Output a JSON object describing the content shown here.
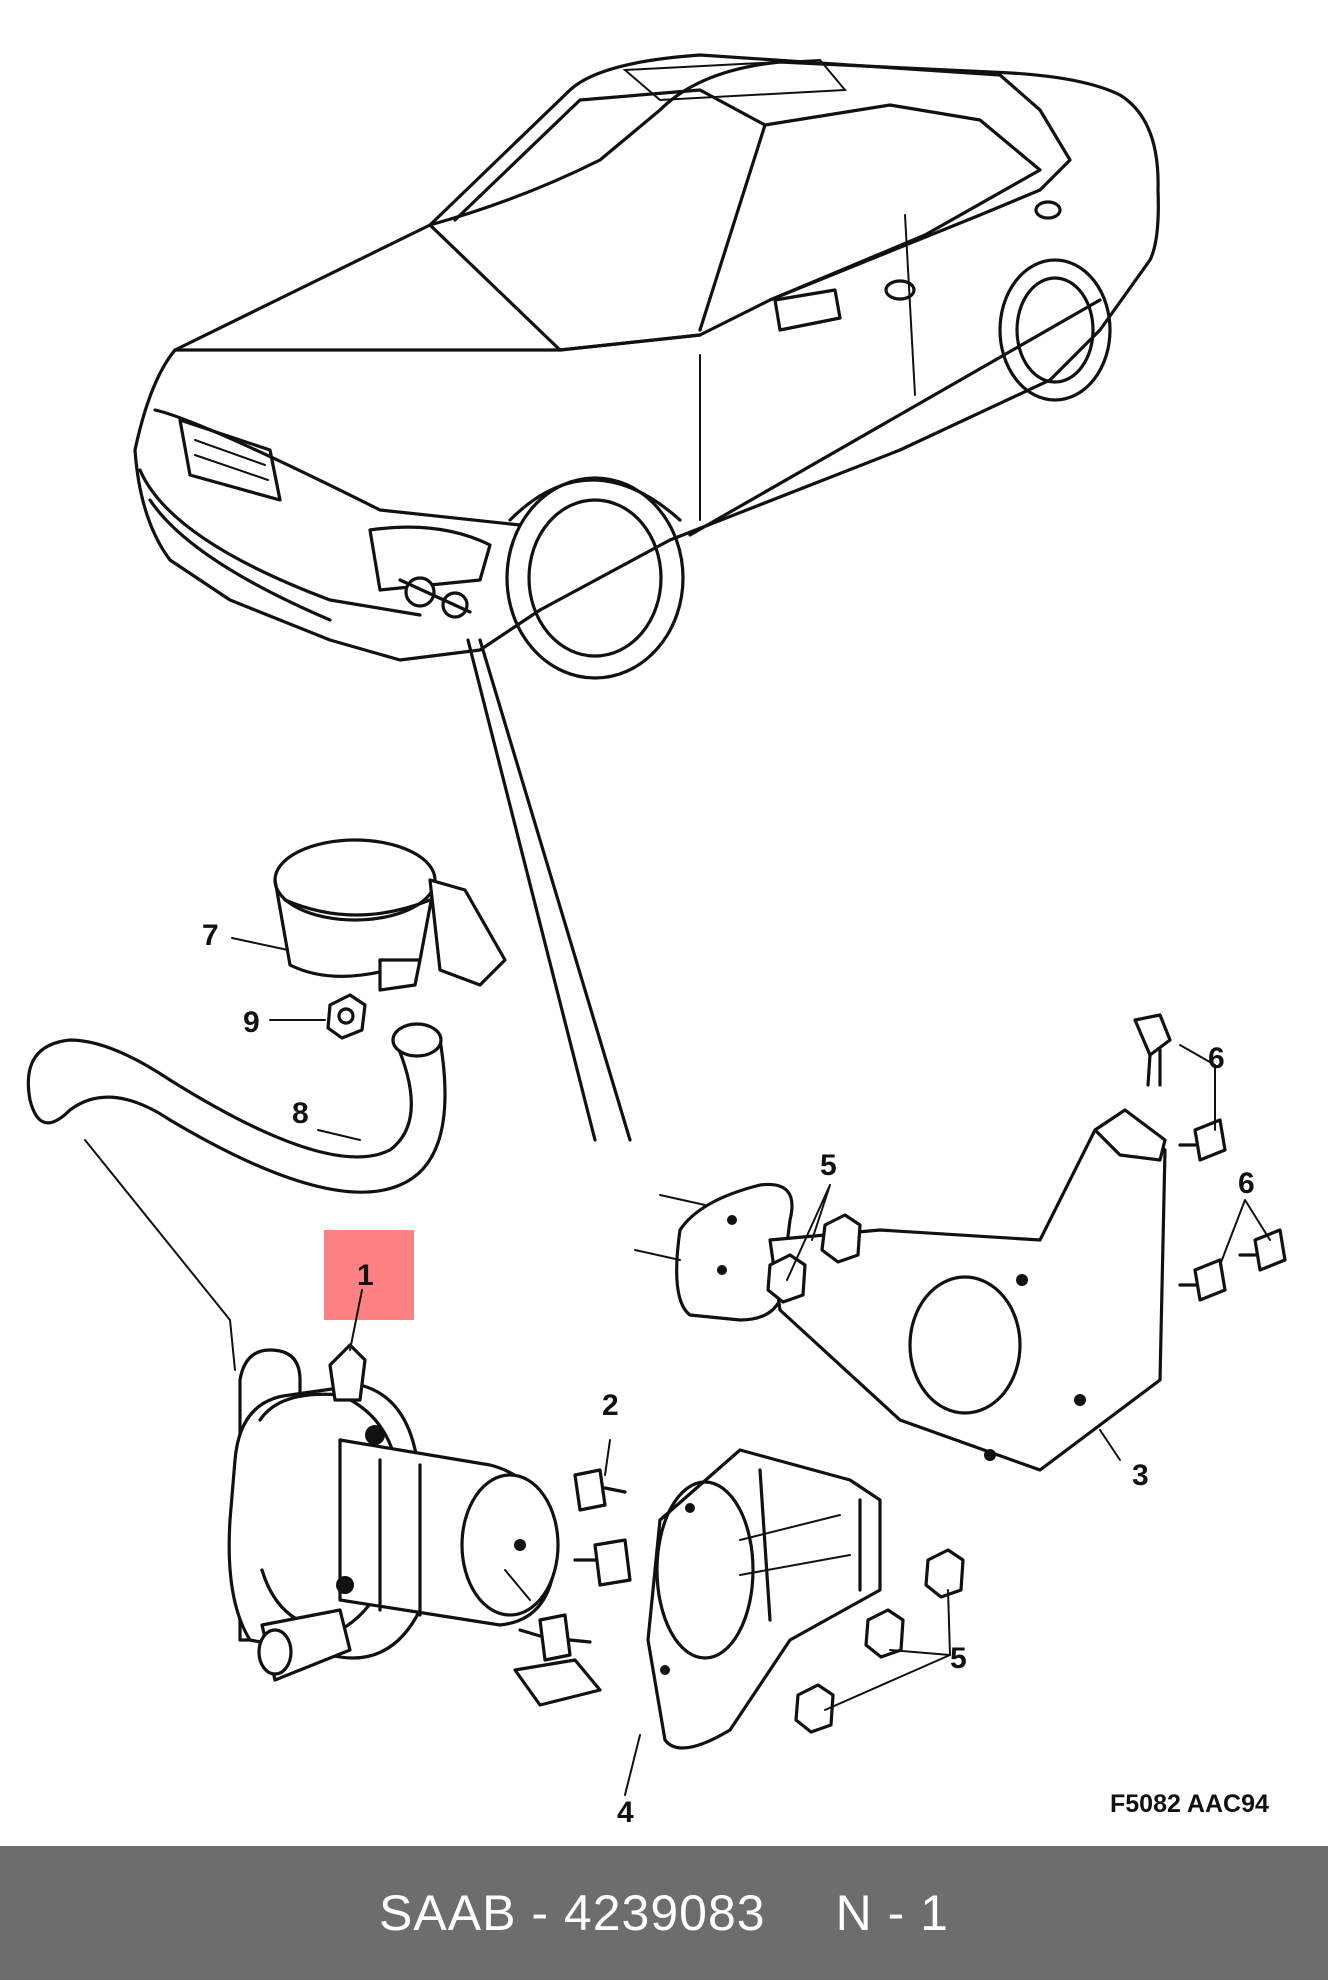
{
  "diagram": {
    "callouts": [
      "1",
      "2",
      "3",
      "4",
      "5",
      "5",
      "5",
      "6",
      "6",
      "7",
      "8",
      "9"
    ],
    "drawing_code": "F5082 AAC94"
  },
  "footer": {
    "brand": "SAAB",
    "separator": "-",
    "part_number": "4239083",
    "position_label": "N - 1"
  },
  "colors": {
    "highlight": "#ff6b6b",
    "footer_background": "#6d6d6d",
    "footer_text": "#ffffff"
  }
}
